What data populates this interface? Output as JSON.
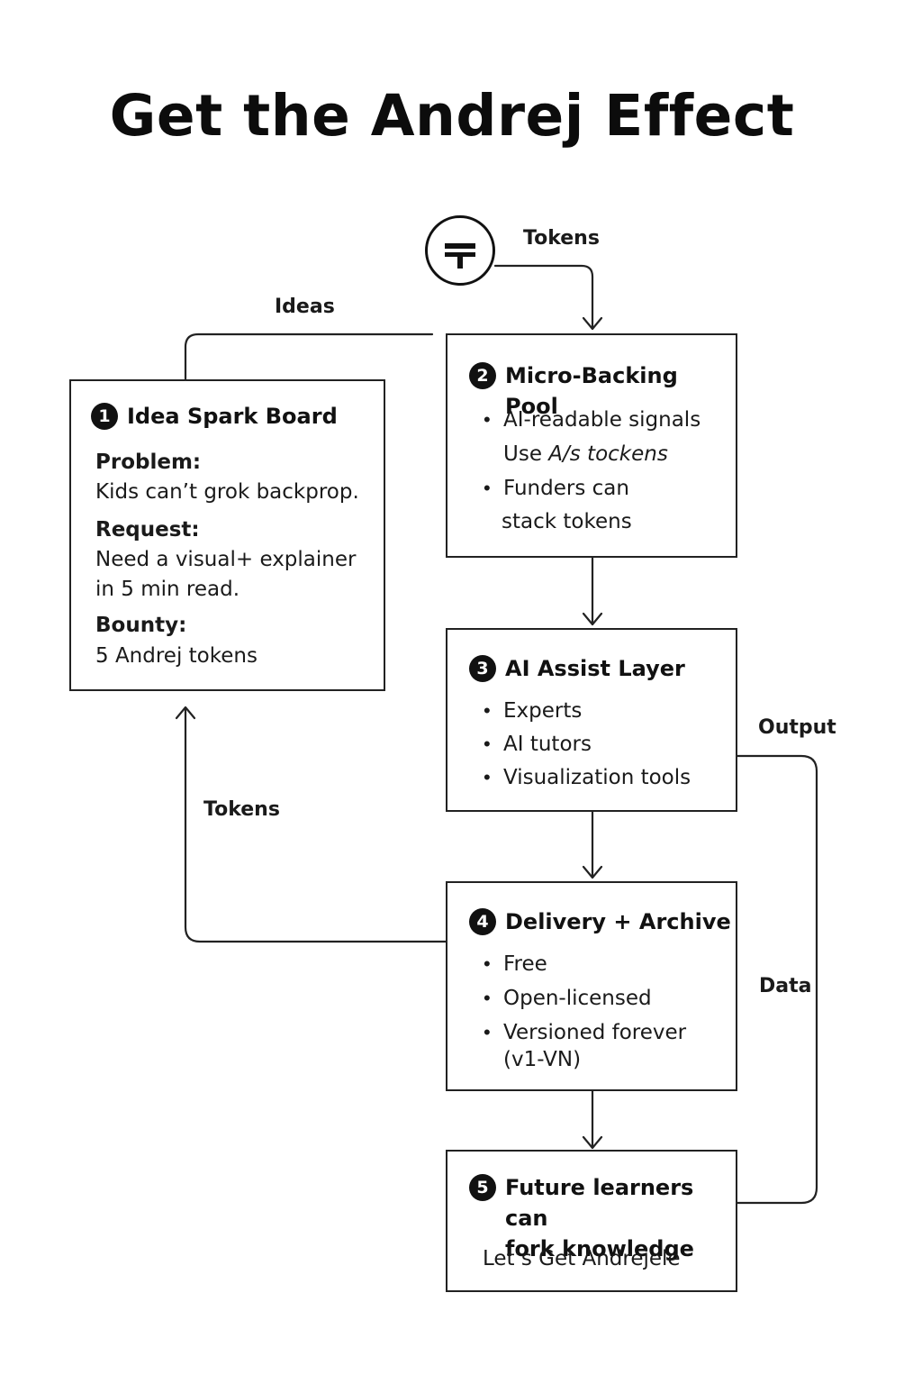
{
  "title": "Get the Andrej Effect",
  "icons": {
    "token": "token-icon"
  },
  "edge_labels": {
    "tokens_in": "Tokens",
    "ideas": "Ideas",
    "output": "Output",
    "tokens_back": "Tokens",
    "data": "Data"
  },
  "step1": {
    "number": "1",
    "title": "Idea Spark Board",
    "problem_label": "Problem:",
    "problem_text": "Kids can’t grok backprop.",
    "request_label": "Request:",
    "request_line1": "Need a visual+ explainer",
    "request_line2": "in 5 min read.",
    "bounty_label": "Bounty:",
    "bounty_text": "5 Andrej tokens"
  },
  "step2": {
    "number": "2",
    "title": "Micro-Backing Pool",
    "item1_line1": "AI-readable signals",
    "item1_line2_prefix": "Use ",
    "item1_line2_em": "A/s tockens",
    "item2_line1": "Funders can",
    "item2_line2": "stack tokens"
  },
  "step3": {
    "number": "3",
    "title": "AI Assist Layer",
    "items": [
      "Experts",
      "AI tutors",
      "Visualization tools"
    ]
  },
  "step4": {
    "number": "4",
    "title": "Delivery + Archive",
    "items": [
      "Free",
      "Open-licensed",
      "Versioned forever"
    ],
    "item3_line2": "(v1-VN)"
  },
  "step5": {
    "number": "5",
    "title_line1": "Future learners can",
    "title_line2": "fork knowledge",
    "tagline": "Let’s Get Andrejele"
  }
}
